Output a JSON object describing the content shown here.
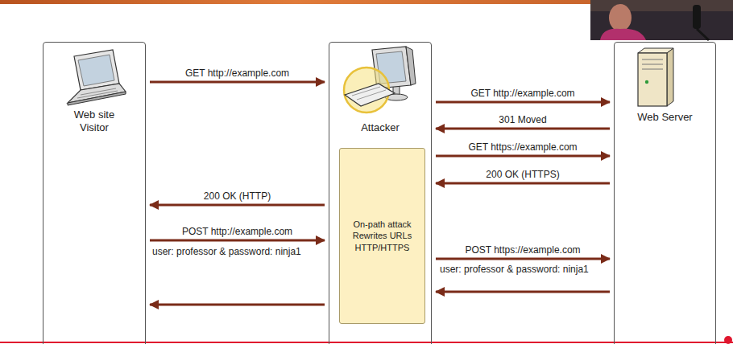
{
  "diagram": {
    "nodes": [
      {
        "text": [
          "Web site Visitor"
        ]
      },
      {
        "text": [
          "Attacker"
        ]
      },
      {
        "text": [
          "On-path attack Rewrites URLs HTTP/HTTPS"
        ],
        "in": 1
      },
      {
        "text": [
          "Web Server"
        ]
      }
    ],
    "edges": [
      {
        "from": 0,
        "to": 1,
        "arrow": "to",
        "label": "GET http://example.com"
      },
      {
        "from": 1,
        "to": 3,
        "arrow": "to",
        "label": "GET http://example.com"
      },
      {
        "from": 3,
        "to": 1,
        "arrow": "to",
        "label": "301 Moved"
      },
      {
        "from": 1,
        "to": 3,
        "arrow": "to",
        "label": "GET https://example.com"
      },
      {
        "from": 3,
        "to": 1,
        "arrow": "to",
        "label": "200 OK (HTTPS)"
      },
      {
        "from": 1,
        "to": 0,
        "arrow": "to",
        "label": "200 OK (HTTP)"
      },
      {
        "from": 0,
        "to": 1,
        "arrow": "to",
        "label": "POST http://example.com"
      },
      {
        "from": 1,
        "to": 3,
        "arrow": "to",
        "label": "POST https://example.com"
      },
      {
        "from": 3,
        "to": 1,
        "arrow": "to"
      },
      {
        "from": 1,
        "to": 0,
        "arrow": "to"
      }
    ],
    "labels": [
      "user: professor & password: ninja1",
      "user: professor & password: ninja1"
    ]
  }
}
